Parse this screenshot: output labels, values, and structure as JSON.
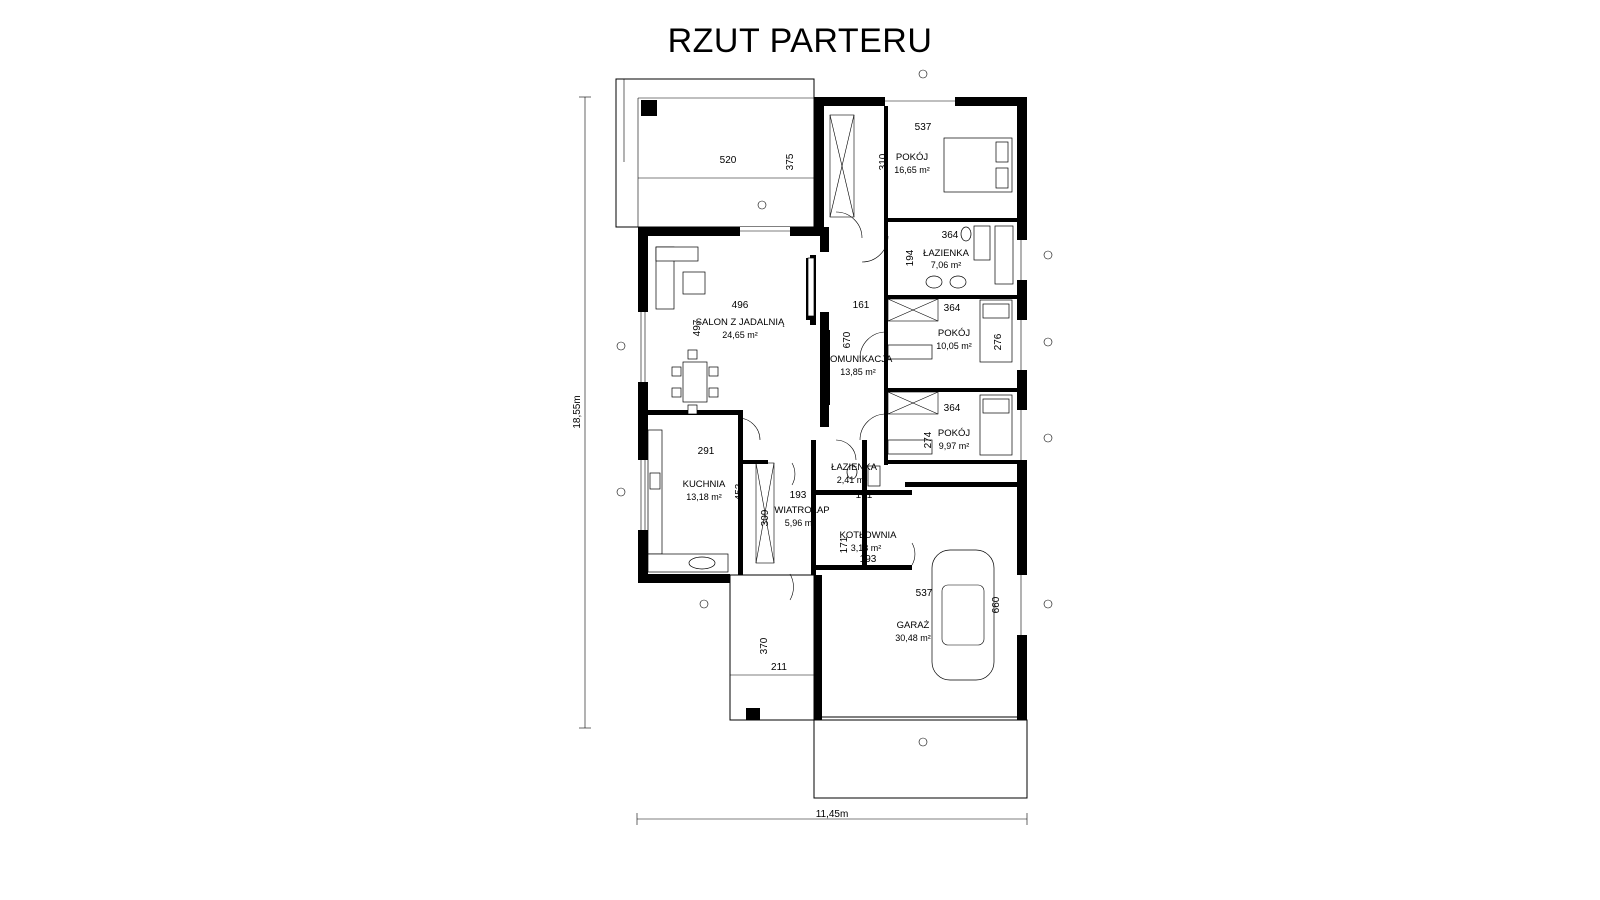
{
  "title": "RZUT PARTERU",
  "rooms": [
    {
      "name": "POKÓJ",
      "area": "16,65 m²"
    },
    {
      "name": "ŁAZIENKA",
      "area": "7,06 m²"
    },
    {
      "name": "SALON Z JADALNIĄ",
      "area": "24,65 m²"
    },
    {
      "name": "POKÓJ",
      "area": "10,05 m²"
    },
    {
      "name": "KOMUNIKACJA",
      "area": "13,85 m²"
    },
    {
      "name": "POKÓJ",
      "area": "9,97 m²"
    },
    {
      "name": "KUCHNIA",
      "area": "13,18 m²"
    },
    {
      "name": "ŁAZIENKA",
      "area": "2,41 m²"
    },
    {
      "name": "WIATROŁAP",
      "area": "5,96 m²"
    },
    {
      "name": "KOTŁOWNIA",
      "area": "3,13 m²"
    },
    {
      "name": "GARAŻ",
      "area": "30,48 m²"
    }
  ],
  "dimensions": [
    "520",
    "375",
    "537",
    "310",
    "364",
    "194",
    "496",
    "161",
    "497",
    "670",
    "364",
    "276",
    "364",
    "274",
    "291",
    "453",
    "193",
    "309",
    "161",
    "171",
    "193",
    "537",
    "660",
    "370",
    "211"
  ],
  "overall": {
    "height": "18,55m",
    "width": "11,45m"
  }
}
